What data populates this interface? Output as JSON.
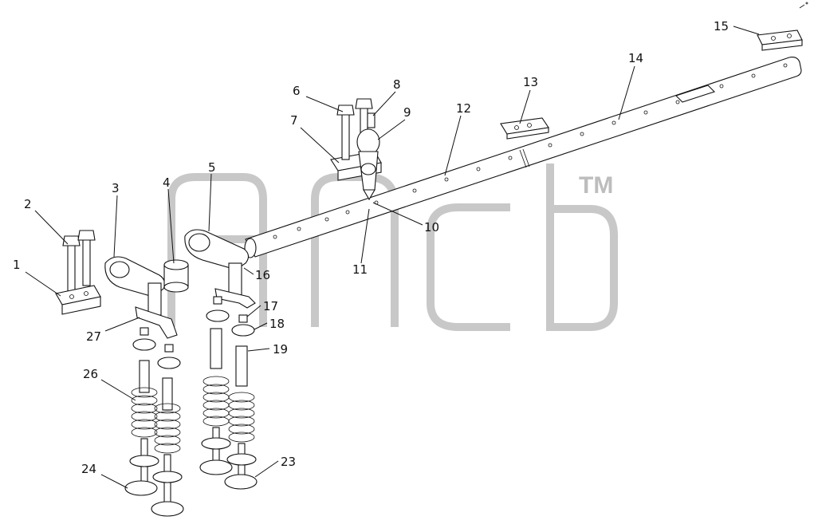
{
  "diagram": {
    "watermark_tm": "TM",
    "callouts": [
      {
        "id": "c1",
        "text": "1"
      },
      {
        "id": "c2",
        "text": "2"
      },
      {
        "id": "c3",
        "text": "3"
      },
      {
        "id": "c4",
        "text": "4"
      },
      {
        "id": "c5",
        "text": "5"
      },
      {
        "id": "c6",
        "text": "6"
      },
      {
        "id": "c7",
        "text": "7"
      },
      {
        "id": "c8",
        "text": "8"
      },
      {
        "id": "c9",
        "text": "9"
      },
      {
        "id": "c10",
        "text": "10"
      },
      {
        "id": "c11",
        "text": "11"
      },
      {
        "id": "c12",
        "text": "12"
      },
      {
        "id": "c13",
        "text": "13"
      },
      {
        "id": "c14",
        "text": "14"
      },
      {
        "id": "c15",
        "text": "15"
      },
      {
        "id": "c16",
        "text": "16"
      },
      {
        "id": "c17",
        "text": "17"
      },
      {
        "id": "c18",
        "text": "18"
      },
      {
        "id": "c19",
        "text": "19"
      },
      {
        "id": "c23",
        "text": "23"
      },
      {
        "id": "c24",
        "text": "24"
      },
      {
        "id": "c26",
        "text": "26"
      },
      {
        "id": "c27",
        "text": "27"
      }
    ]
  }
}
